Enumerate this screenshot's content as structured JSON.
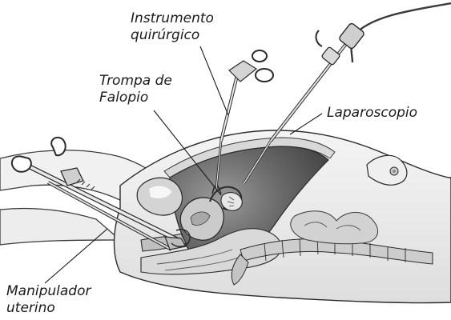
{
  "labels": {
    "instrumento": [
      "Instrumento",
      "quirúrgico"
    ],
    "trompa": [
      "Trompa de",
      "Falopio"
    ],
    "laparoscopio": [
      "Laparoscopio"
    ],
    "manipulador": [
      "Manipulador",
      "uterino"
    ]
  },
  "colors": {
    "outline": "#2a2a2a",
    "body_fill": "#ececec",
    "cavity_dark": "#3a3a3a",
    "cavity_light": "#9a9a9a",
    "organ_fill": "#cfcfcf",
    "tissue_fill": "#dcdcdc",
    "leader": "#1a1a1a"
  }
}
